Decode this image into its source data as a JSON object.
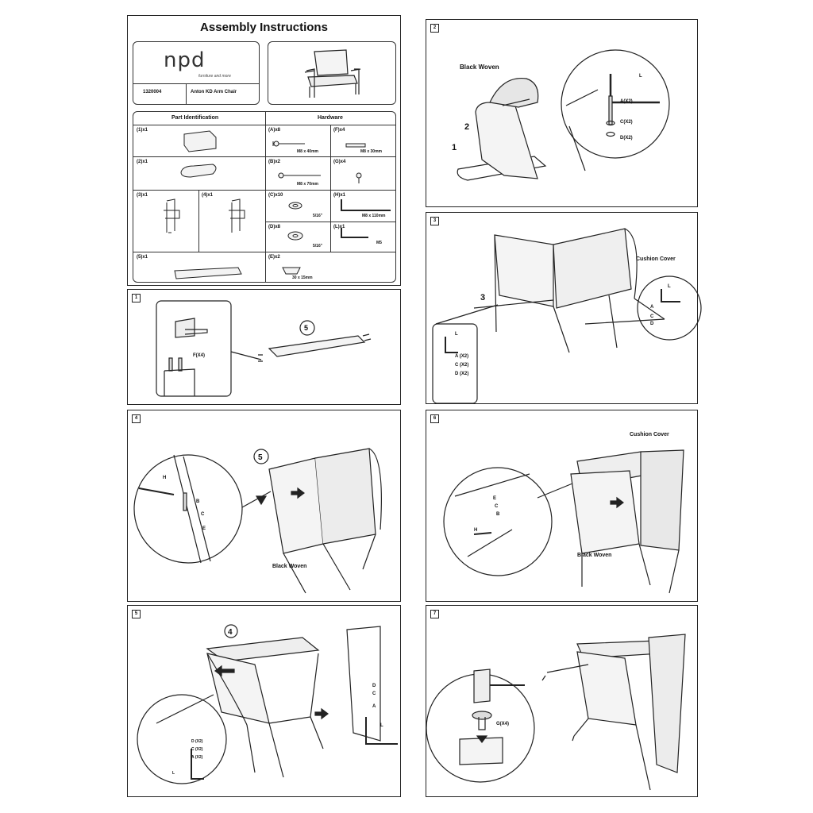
{
  "header": {
    "title": "Assembly Instructions",
    "brand_logo": "npd",
    "brand_tagline": "furniture and more",
    "model_number": "1320004",
    "product_name": "Anton KD Arm Chair"
  },
  "parts_table": {
    "part_heading": "Part Identification",
    "hardware_heading": "Hardware",
    "parts": [
      {
        "label": "(1)x1"
      },
      {
        "label": "(2)x1"
      },
      {
        "label": "(3)x1"
      },
      {
        "label": "(4)x1"
      },
      {
        "label": "(5)x1"
      }
    ],
    "hardware": [
      {
        "label": "(A)x8",
        "size": "M8 x 40mm"
      },
      {
        "label": "(F)x4",
        "size": "M8 x 30mm"
      },
      {
        "label": "(B)x2",
        "size": "M8 x 70mm"
      },
      {
        "label": "(G)x4",
        "size": ""
      },
      {
        "label": "(C)x10",
        "size": "5/16\""
      },
      {
        "label": "(H)x1",
        "size": "M8 x 110mm"
      },
      {
        "label": "(D)x8",
        "size": "5/16\""
      },
      {
        "label": "(L)x1",
        "size": "M5"
      },
      {
        "label": "(E)x2",
        "size": "30 x 15mm"
      }
    ]
  },
  "steps": [
    {
      "number": "1",
      "callouts": [
        "F(X4)",
        "5"
      ]
    },
    {
      "number": "2",
      "callouts": [
        "Black Woven",
        "2",
        "1",
        "L",
        "A(X2)",
        "C(X2)",
        "D(X2)"
      ]
    },
    {
      "number": "3",
      "callouts": [
        "Cushion Cover",
        "3",
        "L",
        "A (X2)",
        "C (X2)",
        "D (X2)",
        "L",
        "A",
        "C",
        "D"
      ]
    },
    {
      "number": "4",
      "callouts": [
        "5",
        "H",
        "B",
        "C",
        "E",
        "Black Woven"
      ]
    },
    {
      "number": "6",
      "callouts": [
        "Cushion Cover",
        "E",
        "C",
        "B",
        "H",
        "Black Woven"
      ]
    },
    {
      "number": "5",
      "callouts": [
        "4",
        "D (X2)",
        "C (X2)",
        "A (X2)",
        "L",
        "D",
        "C",
        "A",
        "L"
      ]
    },
    {
      "number": "7",
      "callouts": [
        "G(X4)"
      ]
    }
  ]
}
